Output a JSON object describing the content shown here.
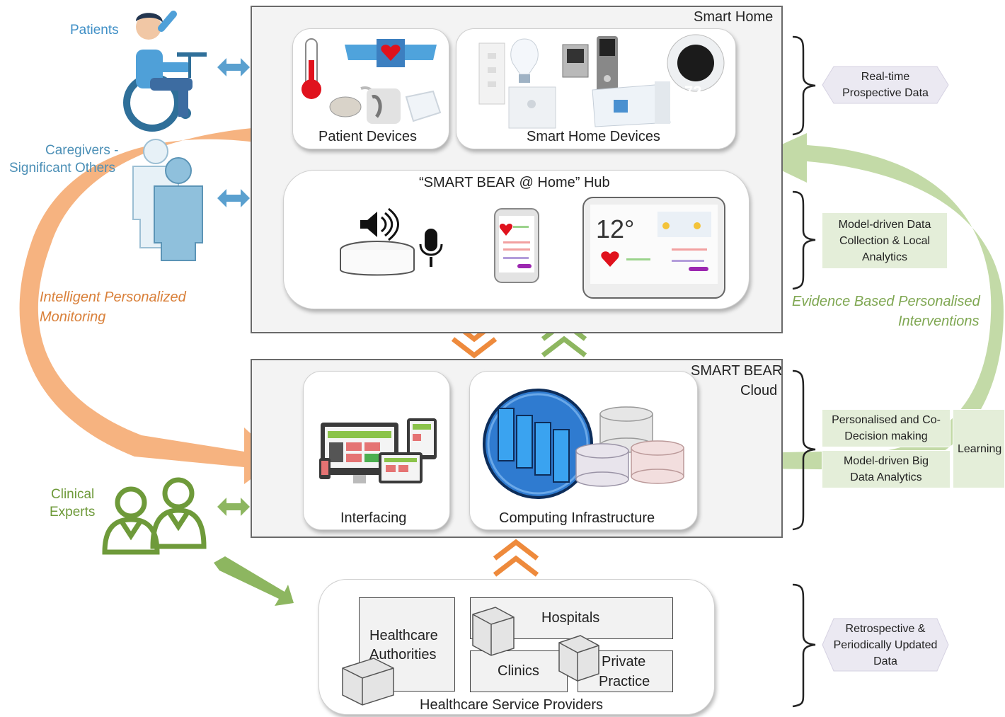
{
  "smart_home": {
    "title": "Smart Home",
    "patient_devices": "Patient Devices",
    "smart_home_devices": "Smart Home Devices",
    "thermostat_value": "72",
    "hub_title": "“SMART BEAR @ Home” Hub",
    "hub_display_value": "12°"
  },
  "cloud": {
    "title_line1": "SMART BEAR",
    "title_line2": "Cloud",
    "interfacing": "Interfacing",
    "computing": "Computing Infrastructure"
  },
  "providers": {
    "title": "Healthcare Service Providers",
    "authorities_line1": "Healthcare",
    "authorities_line2": "Authorities",
    "hospitals": "Hospitals",
    "clinics": "Clinics",
    "private_line1": "Private",
    "private_line2": "Practice"
  },
  "actors": {
    "patients": "Patients",
    "caregivers_line1": "Caregivers -",
    "caregivers_line2": "Significant Others",
    "clinical_line1": "Clinical",
    "clinical_line2": "Experts"
  },
  "loops": {
    "monitoring_line1": "Intelligent Personalized",
    "monitoring_line2": "Monitoring",
    "interventions_line1": "Evidence Based Personalised",
    "interventions_line2": "Interventions"
  },
  "badges": {
    "realtime_line1": "Real-time",
    "realtime_line2": "Prospective Data",
    "model_local_line1": "Model-driven Data",
    "model_local_line2": "Collection & Local",
    "model_local_line3": "Analytics",
    "personalised_line1": "Personalised and Co-",
    "personalised_line2": "Decision making",
    "bigdata_line1": "Model-driven Big",
    "bigdata_line2": "Data Analytics",
    "learning": "Learning",
    "retro_line1": "Retrospective &",
    "retro_line2": "Periodically Updated",
    "retro_line3": "Data"
  },
  "colors": {
    "orange": "#ee8a3c",
    "green": "#8db660",
    "blue": "#3f8fc6",
    "clinical_green": "#6e9a3a"
  }
}
